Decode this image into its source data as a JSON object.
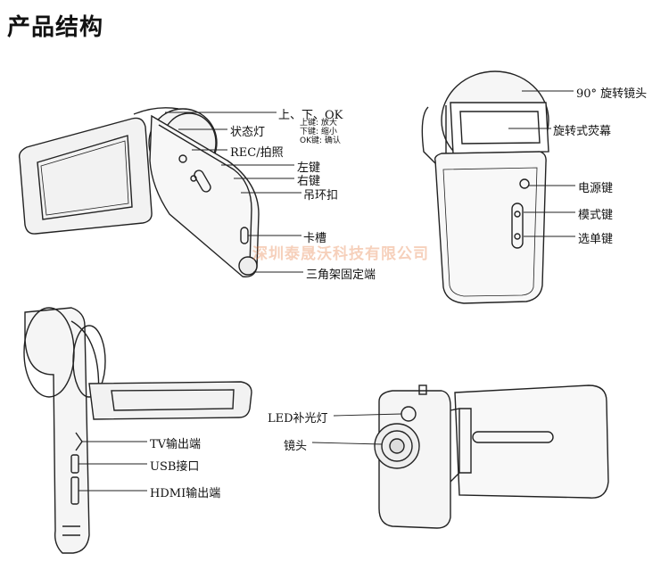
{
  "title": "产品结构",
  "labels": {
    "top_left": {
      "updown_ok": "上、下、OK",
      "status_light": "状态灯",
      "rec_photo": "REC/拍照",
      "left_key": "左键",
      "right_key": "右键",
      "strap_buckle": "吊环扣",
      "card_slot": "卡槽",
      "tripod": "三角架固定端",
      "key_notes": [
        "上键: 放大",
        "下键: 缩小",
        "OK键: 确认"
      ]
    },
    "top_right": {
      "lens_rotate": "90° 旋转镜头",
      "rotating_screen": "旋转式荧幕",
      "power_key": "电源键",
      "mode_key": "模式键",
      "menu_key": "选单键"
    },
    "bottom_left": {
      "tv_out": "TV输出端",
      "usb": "USB接口",
      "hdmi": "HDMI输出端"
    },
    "bottom_right": {
      "led": "LED补光灯",
      "lens": "镜头"
    }
  },
  "watermark": {
    "company": "深圳泰晟沃科技有限公司"
  }
}
